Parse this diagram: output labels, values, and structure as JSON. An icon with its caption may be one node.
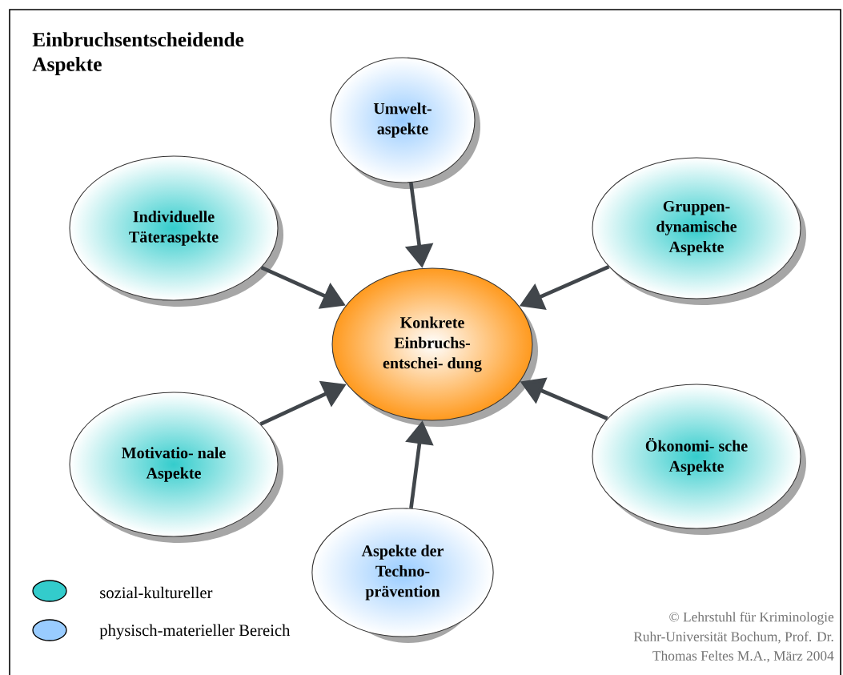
{
  "diagram": {
    "title": "Einbruchsentscheidende Aspekte",
    "nodes": [
      {
        "text": [
          "Umwelt- aspekte"
        ]
      },
      {
        "text": [
          "Individuelle Täteraspekte"
        ]
      },
      {
        "text": [
          "Gruppen- dynamische Aspekte"
        ]
      },
      {
        "text": [
          "Konkrete Einbruchs- entschei- dung"
        ]
      },
      {
        "text": [
          "Motivatio- nale Aspekte"
        ]
      },
      {
        "text": [
          "Ökonomi- sche Aspekte"
        ]
      },
      {
        "text": [
          "Aspekte der Techno- prävention"
        ]
      }
    ],
    "edges": [
      {
        "from": 0,
        "to": 3,
        "arrow": "to"
      },
      {
        "from": 1,
        "to": 3,
        "arrow": "to"
      },
      {
        "from": 2,
        "to": 3,
        "arrow": "to"
      },
      {
        "from": 4,
        "to": 3,
        "arrow": "to"
      },
      {
        "from": 5,
        "to": 3,
        "arrow": "to"
      },
      {
        "from": 6,
        "to": 3,
        "arrow": "to"
      }
    ],
    "labels": [
      "© Lehrstuhl für Kriminologie",
      "Ruhr-Universität Bochum, Prof. Dr.",
      "Thomas Feltes M.A., März 2004"
    ],
    "legend": [
      {
        "text": "sozial-kultureller",
        "color": "#33cccc"
      },
      {
        "text": "physisch-materieller Bereich",
        "color": "#99ccff"
      }
    ]
  }
}
